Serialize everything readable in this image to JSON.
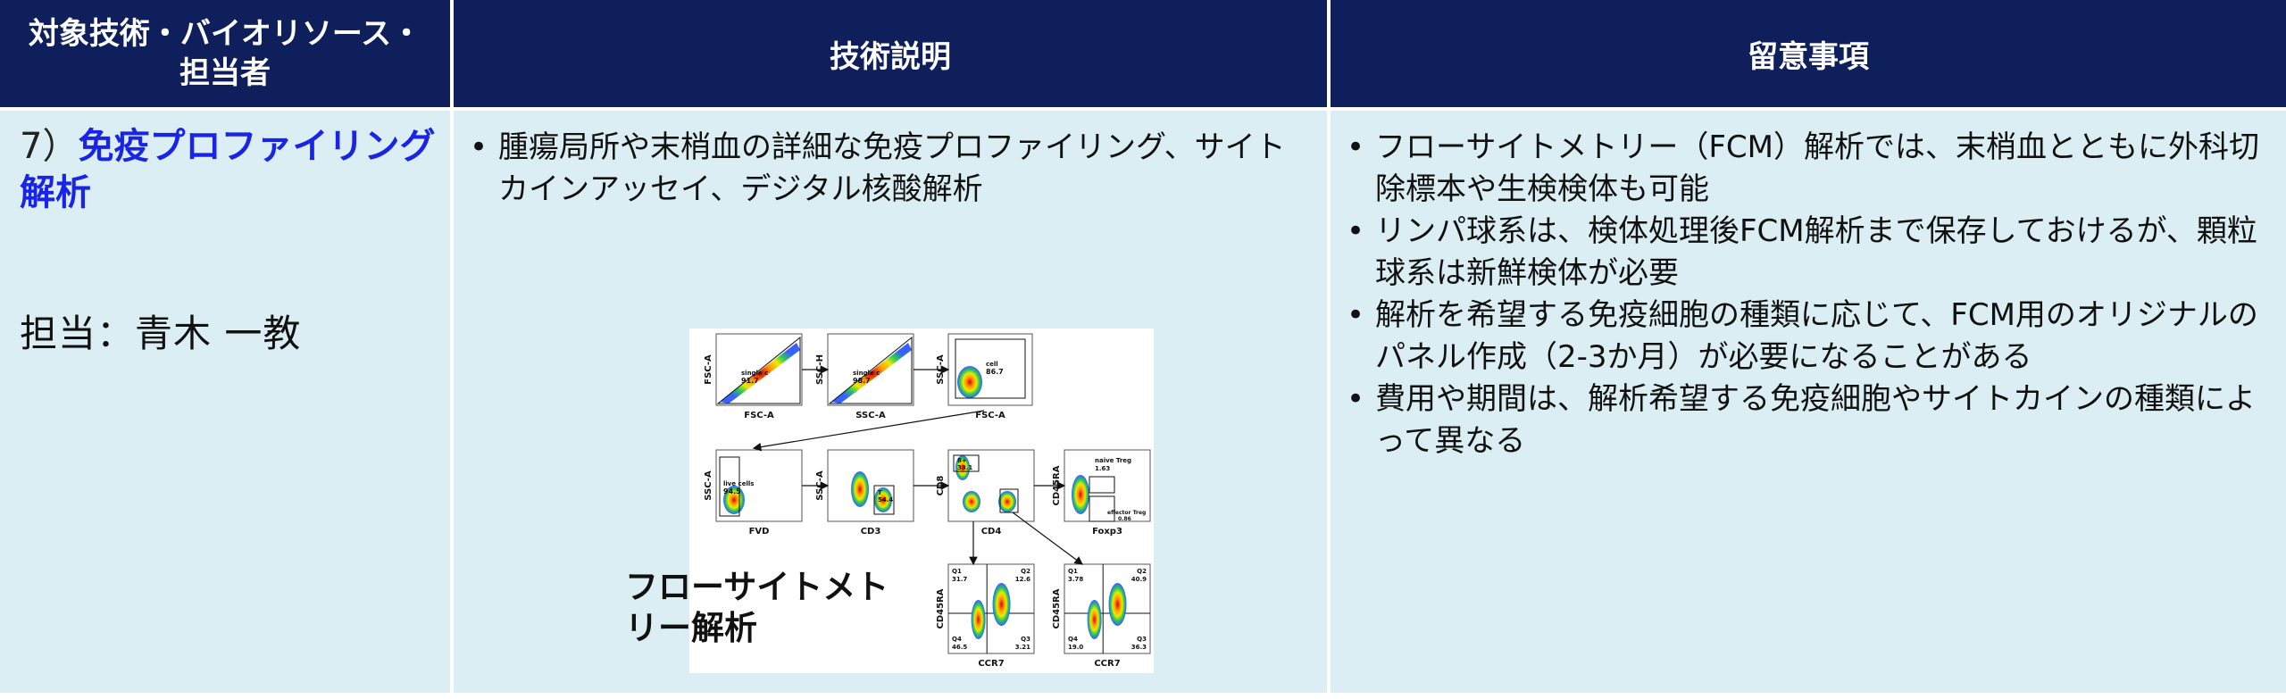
{
  "header": {
    "col1": "対象技術・バイオリソース・担当者",
    "col2": "技術説明",
    "col3": "留意事項"
  },
  "row": {
    "number": "7）",
    "title": "免疫プロファイリング解析",
    "person": "担当：青木 一教",
    "description": [
      "腫瘍局所や末梢血の詳細な免疫プロファイリング、サイトカインアッセイ、デジタル核酸解析"
    ],
    "figure_label": "フローサイトメトリー解析",
    "notes": [
      "フローサイトメトリー（FCM）解析では、末梢血とともに外科切除標本や生検検体も可能",
      "リンパ球系は、検体処理後FCM解析まで保存しておけるが、顆粒球系は新鮮検体が必要",
      "解析を希望する免疫細胞の種類に応じて、FCM用のオリジナルのパネル作成（2-3か月）が必要になることがある",
      "費用や期間は、解析希望する免疫細胞やサイトカインの種類によって異なる"
    ]
  },
  "fcm_plots": {
    "row1": [
      {
        "y": "FSC-A",
        "x": "FSC-A",
        "gate": "single c",
        "pct": "91.7"
      },
      {
        "y": "SSC-H",
        "x": "SSC-A",
        "gate": "single c",
        "pct": "98.7"
      },
      {
        "y": "SSC-A",
        "x": "FSC-A",
        "gate": "cell",
        "pct": "86.7"
      }
    ],
    "row2": [
      {
        "y": "SSC-A",
        "x": "FVD",
        "gate": "live cells",
        "pct": "94.5"
      },
      {
        "y": "SSC-A",
        "x": "CD3",
        "gate": "T",
        "pct": "54.4"
      },
      {
        "y": "CD8",
        "x": "CD4",
        "gate": "8+",
        "pct": "33.1"
      },
      {
        "y": "CD45RA",
        "x": "Foxp3",
        "gate": "naive Treg",
        "pct": "1.63",
        "gate2": "effector Treg",
        "pct2": "0.86"
      }
    ],
    "row3": [
      {
        "y": "CD45RA",
        "x": "CCR7",
        "q1": "Q1\n31.7",
        "q2": "Q2\n12.6",
        "q3": "Q3\n3.21",
        "q4": "Q4\n46.5"
      },
      {
        "y": "CD45RA",
        "x": "CCR7",
        "q1": "Q1\n3.78",
        "q2": "Q2\n40.9",
        "q3": "Q3\n36.3",
        "q4": "Q4\n19.0"
      }
    ]
  },
  "colors": {
    "header_bg": "#0e1f5b",
    "cell_bg": "#dbeef4",
    "title_blue": "#1a24e6"
  }
}
